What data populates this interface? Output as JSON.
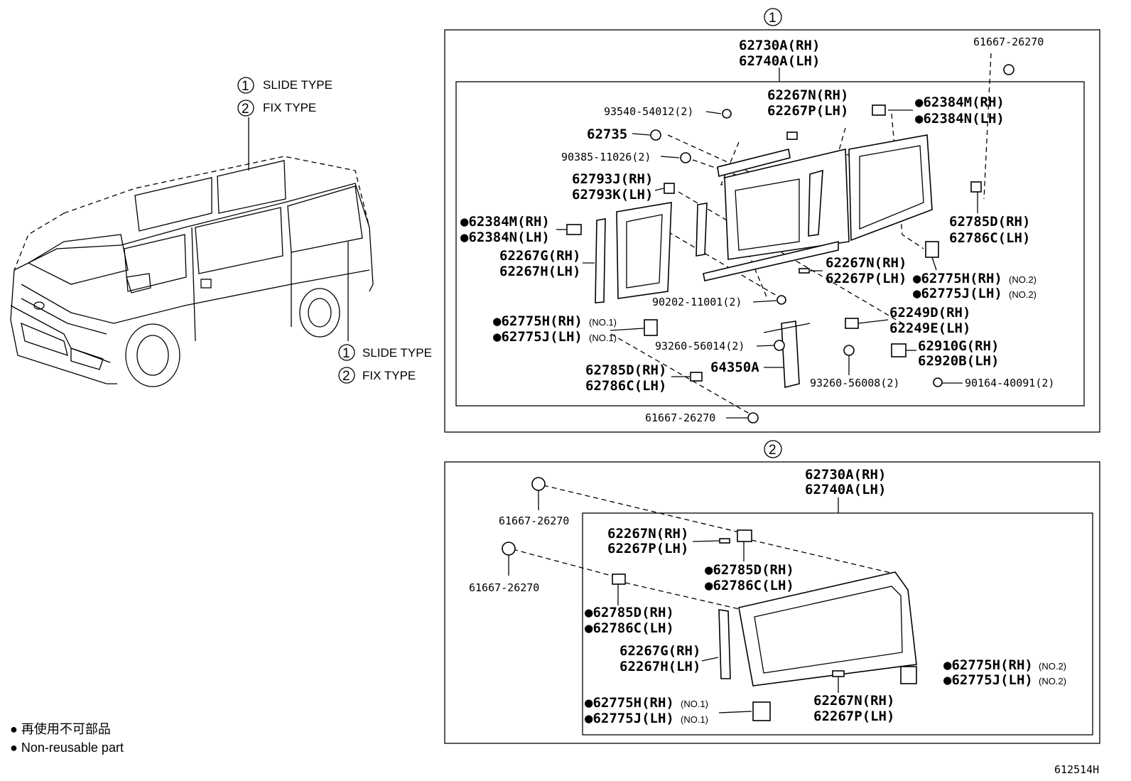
{
  "overview": {
    "top_callout": {
      "slide": "SLIDE TYPE",
      "fix": "FIX TYPE"
    },
    "side_callout": {
      "slide": "SLIDE TYPE",
      "fix": "FIX TYPE"
    }
  },
  "section1": {
    "marker": "①",
    "labels": {
      "p62730a": "62730A(RH)",
      "p62740a": "62740A(LH)",
      "p61667_top": "61667-26270",
      "p93540": "93540-54012(2)",
      "p62267n_a": "62267N(RH)",
      "p62267p_a": "62267P(LH)",
      "p62384m_r": "●62384M(RH)",
      "p62384n_r": "●62384N(LH)",
      "p62735": "62735",
      "p90385": "90385-11026(2)",
      "p62793j": "62793J(RH)",
      "p62793k": "62793K(LH)",
      "p62384m_l": "●62384M(RH)",
      "p62384n_l": "●62384N(LH)",
      "p62785d_r": "62785D(RH)",
      "p62786c_r": "62786C(LH)",
      "p62267g": "62267G(RH)",
      "p62267h": "62267H(LH)",
      "p62267n_b": "62267N(RH)",
      "p62267p_b": "62267P(LH)",
      "p62775h_r": "●62775H(RH)",
      "p62775h_r_no": "(NO.2)",
      "p62775j_r": "●62775J(LH)",
      "p62775j_r_no": "(NO.2)",
      "p90202": "90202-11001(2)",
      "p62249d": "62249D(RH)",
      "p62249e": "62249E(LH)",
      "p62775h_l": "●62775H(RH)",
      "p62775h_l_no": "(NO.1)",
      "p62775j_l": "●62775J(LH)",
      "p62775j_l_no": "(NO.1)",
      "p93260_56014": "93260-56014(2)",
      "p62910g": "62910G(RH)",
      "p62920b": "62920B(LH)",
      "p62785d_b": "62785D(RH)",
      "p62786c_b": "62786C(LH)",
      "p64350a": "64350A",
      "p93260_56008": "93260-56008(2)",
      "p90164": "90164-40091(2)",
      "p61667_bot": "61667-26270"
    }
  },
  "section2": {
    "marker": "②",
    "labels": {
      "p62730a": "62730A(RH)",
      "p62740a": "62740A(LH)",
      "p61667_a": "61667-26270",
      "p61667_b": "61667-26270",
      "p62267n_a": "62267N(RH)",
      "p62267p_a": "62267P(LH)",
      "p62785d_a": "●62785D(RH)",
      "p62786c_a": "●62786C(LH)",
      "p62785d_b": "●62785D(RH)",
      "p62786c_b": "●62786C(LH)",
      "p62267g": "62267G(RH)",
      "p62267h": "62267H(LH)",
      "p62775h_r": "●62775H(RH)",
      "p62775h_r_no": "(NO.2)",
      "p62775j_r": "●62775J(LH)",
      "p62775j_r_no": "(NO.2)",
      "p62775h_l": "●62775H(RH)",
      "p62775h_l_no": "(NO.1)",
      "p62775j_l": "●62775J(LH)",
      "p62775j_l_no": "(NO.1)",
      "p62267n_b": "62267N(RH)",
      "p62267p_b": "62267P(LH)"
    }
  },
  "legend": {
    "jp": "● 再使用不可部品",
    "en": "● Non-reusable part"
  },
  "figure_id": "612514H"
}
